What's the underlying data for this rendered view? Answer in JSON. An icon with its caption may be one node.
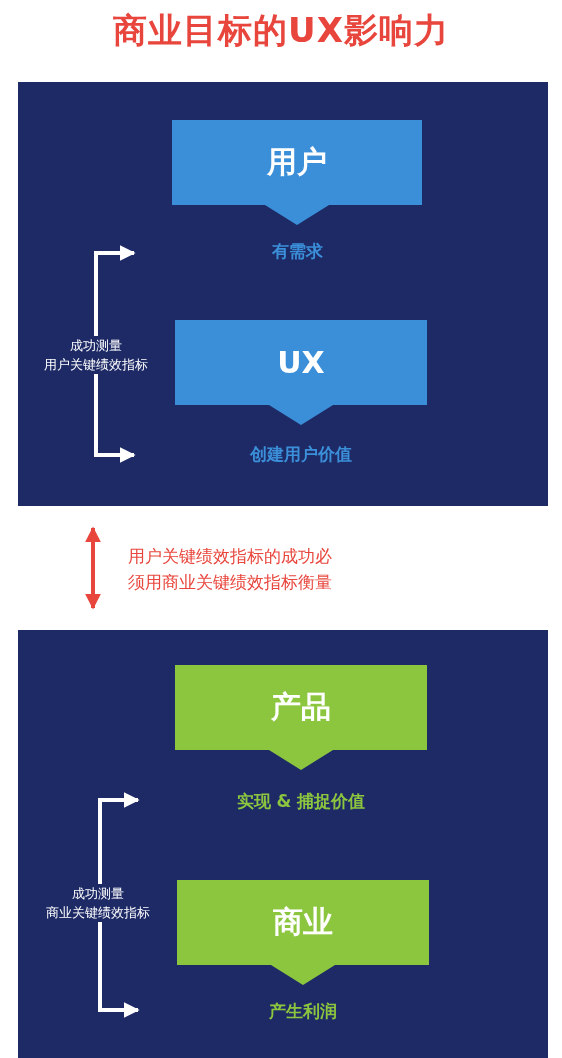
{
  "diagram": {
    "title": "商业目标的UX影响力",
    "nodes": [
      {
        "text": [],
        "shape": "box"
      },
      {
        "text": [
          "用户"
        ],
        "in": 0,
        "beside": [
          "有需求"
        ]
      },
      {
        "text": [
          "UX"
        ],
        "in": 0,
        "beside": [
          "创建用户价值"
        ]
      },
      {
        "text": [
          "成功测量",
          "用户关键绩效指标"
        ],
        "in": 0
      },
      {
        "text": [],
        "shape": "box"
      },
      {
        "text": [
          "产品"
        ],
        "in": 4,
        "beside": [
          "实现 & 捕捉价值"
        ]
      },
      {
        "text": [
          "商业"
        ],
        "in": 4,
        "beside": [
          "产生利润"
        ]
      },
      {
        "text": [
          "成功测量",
          "商业关键绩效指标"
        ],
        "in": 4
      }
    ],
    "edges": [
      {
        "from": 3,
        "to": null,
        "arrow": "to"
      },
      {
        "from": 3,
        "to": null,
        "arrow": "to"
      },
      {
        "from": 0,
        "to": 4,
        "arrow": "both",
        "color": "#e8453c"
      },
      {
        "from": 7,
        "to": null,
        "arrow": "to"
      },
      {
        "from": 7,
        "to": null,
        "arrow": "to"
      }
    ],
    "labels": [
      "用户关键绩效指标的成功必须用商业关键绩效指标衡量"
    ]
  }
}
